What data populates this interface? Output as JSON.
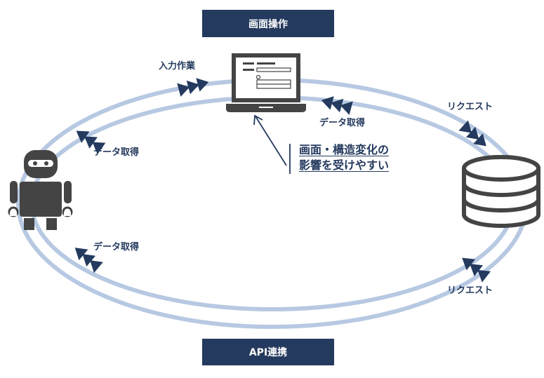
{
  "banners": {
    "top": "画面操作",
    "bottom": "API連携"
  },
  "labels": {
    "input_work": "入力作業",
    "data_fetch_top_right": "データ取得",
    "data_fetch_left_upper": "データ取得",
    "data_fetch_left_lower": "データ取得",
    "request_upper": "リクエスト",
    "request_lower": "リクエスト"
  },
  "callout": {
    "line1": "画面・構造変化の",
    "line2": "影響を受けやすい"
  },
  "icons": {
    "laptop": "laptop-icon",
    "robot": "robot-icon",
    "database": "database-icon"
  },
  "colors": {
    "navy": "#243a5e",
    "ring": "#b7c9e2",
    "icon_gray": "#444444",
    "white": "#ffffff"
  }
}
